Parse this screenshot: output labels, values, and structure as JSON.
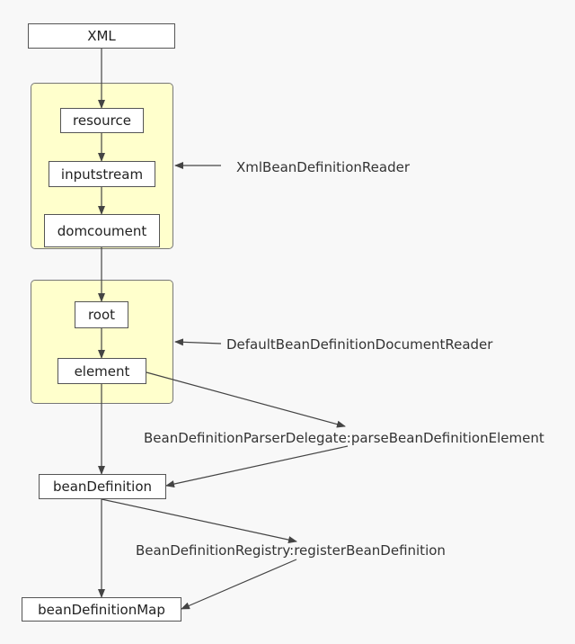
{
  "nodes": {
    "xml": "XML",
    "resource": "resource",
    "inputstream": "inputstream",
    "domcoument": "domcoument",
    "root": "root",
    "element": "element",
    "bean_definition": "beanDefinition",
    "bean_definition_map": "beanDefinitionMap"
  },
  "labels": {
    "xml_reader": "XmlBeanDefinitionReader",
    "document_reader": "DefaultBeanDefinitionDocumentReader",
    "parser_delegate": "BeanDefinitionParserDelegate:parseBeanDefinitionElement",
    "registry": "BeanDefinitionRegistry:registerBeanDefinition"
  },
  "colors": {
    "group_fill": "#ffffcc",
    "line": "#444444"
  }
}
